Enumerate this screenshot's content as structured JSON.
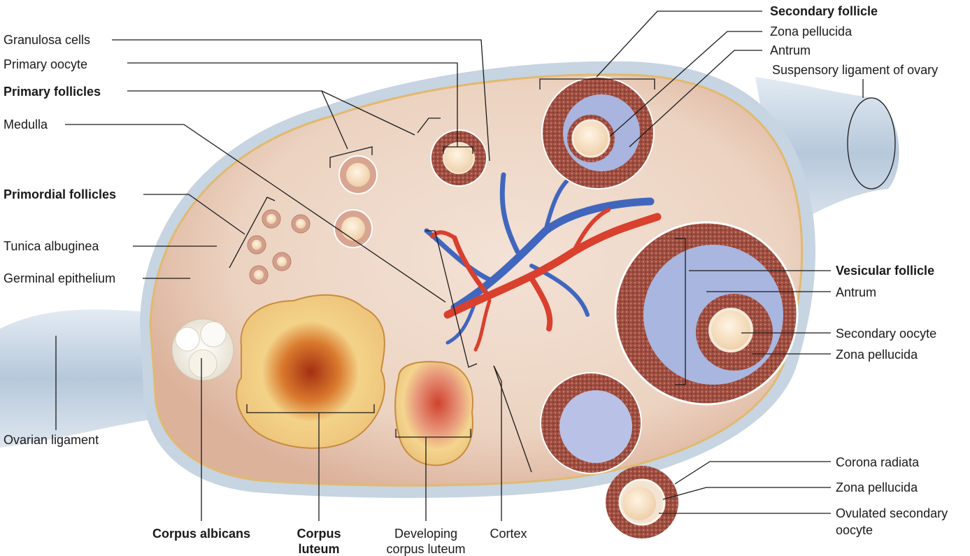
{
  "labels": {
    "granulosa_cells": "Granulosa cells",
    "primary_oocyte": "Primary oocyte",
    "primary_follicles": "Primary follicles",
    "medulla": "Medulla",
    "primordial_follicles": "Primordial follicles",
    "tunica_albuginea": "Tunica albuginea",
    "germinal_epithelium": "Germinal epithelium",
    "ovarian_ligament": "Ovarian ligament",
    "corpus_albicans": "Corpus albicans",
    "corpus_luteum_1": "Corpus",
    "corpus_luteum_2": "luteum",
    "developing_cl_1": "Developing",
    "developing_cl_2": "corpus luteum",
    "cortex": "Cortex",
    "secondary_follicle": "Secondary follicle",
    "zona_pellucida_top": "Zona pellucida",
    "antrum_top": "Antrum",
    "suspensory_ligament": "Suspensory ligament of ovary",
    "vesicular_follicle": "Vesicular follicle",
    "antrum_right": "Antrum",
    "secondary_oocyte": "Secondary oocyte",
    "zona_pellucida_right": "Zona pellucida",
    "corona_radiata": "Corona radiata",
    "zona_pellucida_bottom": "Zona pellucida",
    "ovulated_oocyte_1": "Ovulated secondary",
    "ovulated_oocyte_2": "oocyte"
  },
  "colors": {
    "capsule": "#c9d6e4",
    "cortex_tissue": "#e9c9b4",
    "medulla_tissue": "#f1ddcf",
    "follicle_wall": "#9c4a3e",
    "antrum_fluid": "#a9b6e0",
    "oocyte": "#f5dcc0",
    "corpus_luteum": "#f0cf86",
    "artery": "#d8402e",
    "vein": "#3f6cc0",
    "leader_line": "#1a1a1a"
  }
}
